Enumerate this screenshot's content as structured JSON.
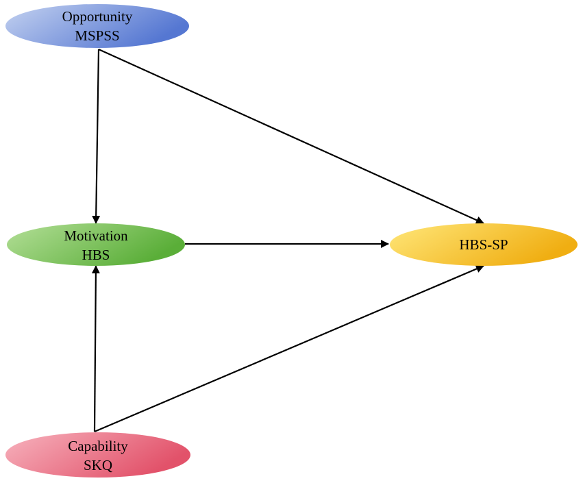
{
  "nodes": {
    "opportunity": {
      "line1": "Opportunity",
      "line2": "MSPSS",
      "color_light": "#b9c9ec",
      "color_dark": "#5b7fd6"
    },
    "motivation": {
      "line1": "Motivation",
      "line2": "HBS",
      "color_light": "#a8d98a",
      "color_dark": "#62b53f"
    },
    "capability": {
      "line1": "Capability",
      "line2": "SKQ",
      "color_light": "#f4a7b3",
      "color_dark": "#e45b70"
    },
    "outcome": {
      "line1": "HBS-SP",
      "color_light": "#ffe06a",
      "color_dark": "#f2b318"
    }
  },
  "edges": [
    {
      "from": "Opportunity MSPSS",
      "to": "Motivation HBS"
    },
    {
      "from": "Opportunity MSPSS",
      "to": "HBS-SP"
    },
    {
      "from": "Motivation HBS",
      "to": "HBS-SP"
    },
    {
      "from": "Capability SKQ",
      "to": "Motivation HBS"
    },
    {
      "from": "Capability SKQ",
      "to": "HBS-SP"
    }
  ]
}
